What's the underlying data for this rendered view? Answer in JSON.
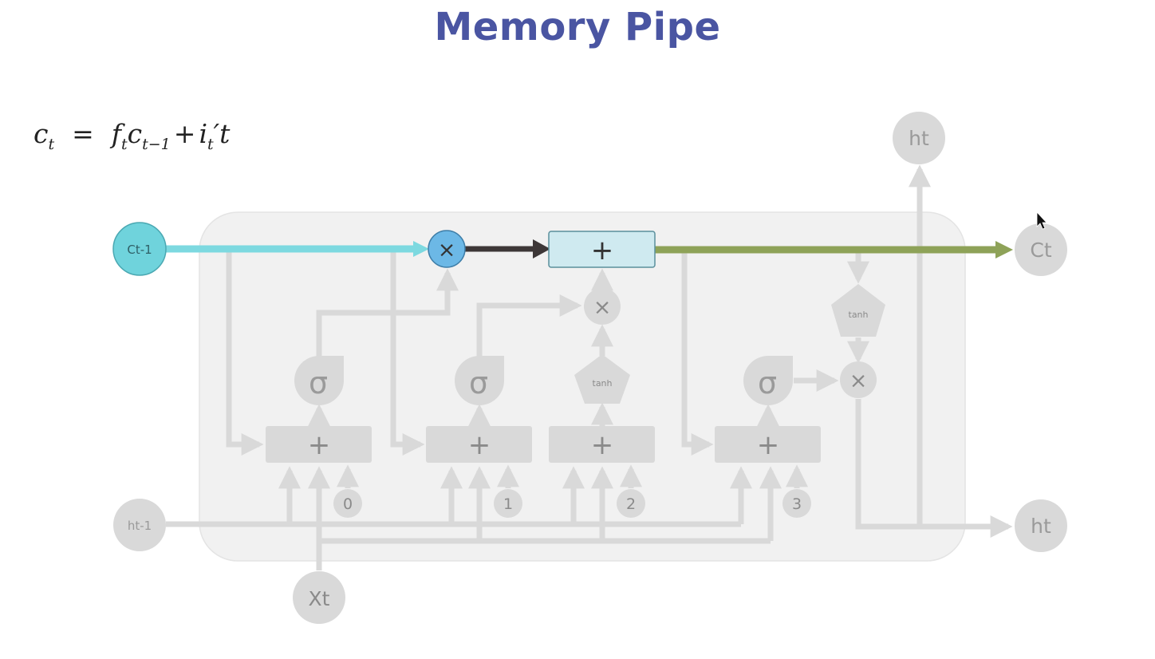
{
  "title": "Memory Pipe",
  "equation": {
    "lhs": "c",
    "lhs_sub": "t",
    "op": "=",
    "term1_a": "f",
    "term1_a_sub": "t",
    "term1_b": "c",
    "term1_b_sub": "t−1",
    "plus": "+",
    "term2_a": "i",
    "term2_a_sub": "t",
    "term2_b": "′t"
  },
  "diagram": {
    "nodes": {
      "c_prev": "Ct-1",
      "c_t": "Ct",
      "h_prev": "ht-1",
      "h_out_top": "ht",
      "h_out_right": "ht",
      "x_t": "Xt"
    },
    "ops": {
      "forget_multiply": "×",
      "memory_add": "+",
      "input_multiply": "×",
      "output_multiply": "×",
      "sum": "+"
    },
    "gates": {
      "sigma": "σ",
      "tanh": "tanh"
    },
    "biases": [
      "0",
      "1",
      "2",
      "3"
    ],
    "colors": {
      "cell_in": "#7dd9e0",
      "cell_in_node": "#6fd3dc",
      "multiply_node": "#6cb8e6",
      "dark_arrow": "#3d3737",
      "add_box": "#cfeaf0",
      "cell_out": "#8ea258",
      "muted": "#d9d9d9",
      "panel": "#f1f1f1"
    }
  }
}
